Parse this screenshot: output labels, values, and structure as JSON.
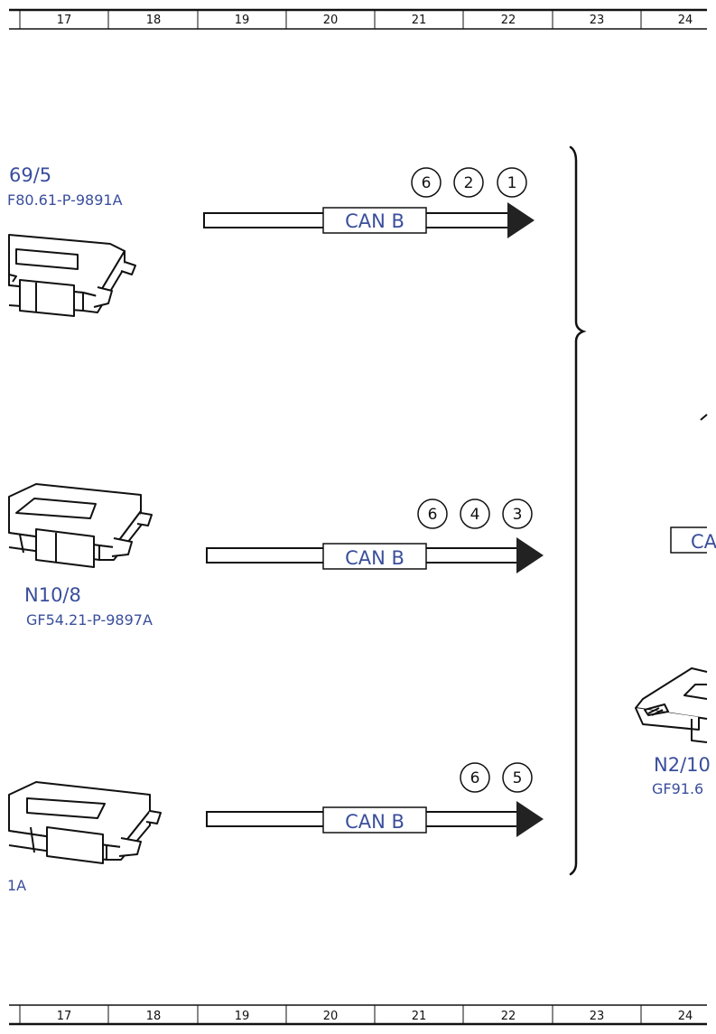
{
  "grid": {
    "columns": [
      "17",
      "18",
      "19",
      "20",
      "21",
      "22",
      "23",
      "24"
    ]
  },
  "modules": {
    "top": {
      "name": "69/5",
      "code": "F80.61-P-9891A"
    },
    "middle": {
      "name": "N10/8",
      "code": "GF54.21-P-9897A"
    },
    "bottom": {
      "code": "1A"
    },
    "right": {
      "name": "N2/10",
      "code": "GF91.6",
      "can_partial": "CA"
    }
  },
  "buses": {
    "top": {
      "label": "CAN B",
      "signals": [
        "6",
        "2",
        "1"
      ]
    },
    "middle": {
      "label": "CAN B",
      "signals": [
        "6",
        "4",
        "3"
      ]
    },
    "bottom": {
      "label": "CAN B",
      "signals": [
        "6",
        "5"
      ]
    }
  }
}
